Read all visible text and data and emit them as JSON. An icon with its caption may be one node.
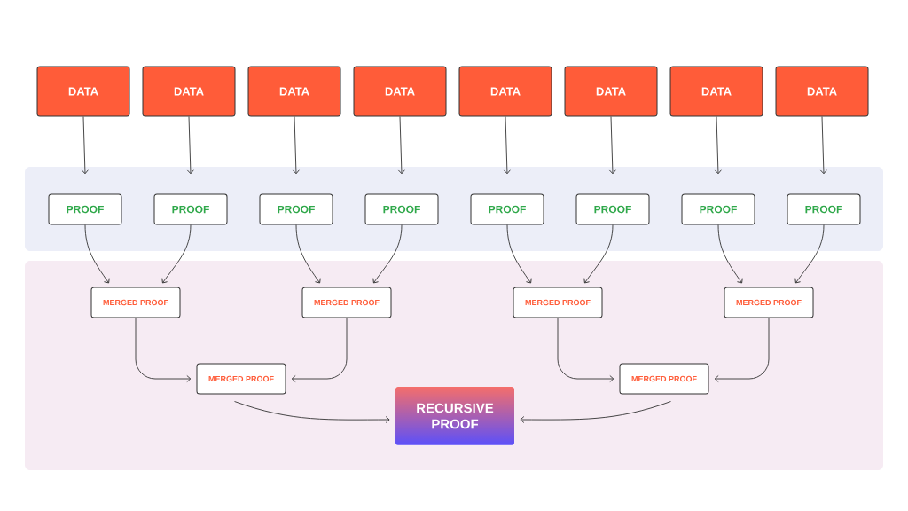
{
  "diagram": {
    "nodes": [
      {
        "text": [
          "DATA"
        ]
      },
      {
        "text": [
          "DATA"
        ]
      },
      {
        "text": [
          "DATA"
        ]
      },
      {
        "text": [
          "DATA"
        ]
      },
      {
        "text": [
          "DATA"
        ]
      },
      {
        "text": [
          "DATA"
        ]
      },
      {
        "text": [
          "DATA"
        ]
      },
      {
        "text": [
          "DATA"
        ]
      },
      {
        "text": [
          "PROOF"
        ]
      },
      {
        "text": [
          "PROOF"
        ]
      },
      {
        "text": [
          "PROOF"
        ]
      },
      {
        "text": [
          "PROOF"
        ]
      },
      {
        "text": [
          "PROOF"
        ]
      },
      {
        "text": [
          "PROOF"
        ]
      },
      {
        "text": [
          "PROOF"
        ]
      },
      {
        "text": [
          "PROOF"
        ]
      },
      {
        "text": [
          "MERGED PROOF"
        ]
      },
      {
        "text": [
          "MERGED PROOF"
        ]
      },
      {
        "text": [
          "MERGED PROOF"
        ]
      },
      {
        "text": [
          "MERGED PROOF"
        ]
      },
      {
        "text": [
          "MERGED PROOF"
        ]
      },
      {
        "text": [
          "MERGED PROOF"
        ]
      },
      {
        "text": [
          "RECURSIVE PROOF"
        ]
      }
    ],
    "edges": [
      {
        "from": 0,
        "to": 8,
        "arrow": "to"
      },
      {
        "from": 1,
        "to": 9,
        "arrow": "to"
      },
      {
        "from": 2,
        "to": 10,
        "arrow": "to"
      },
      {
        "from": 3,
        "to": 11,
        "arrow": "to"
      },
      {
        "from": 4,
        "to": 12,
        "arrow": "to"
      },
      {
        "from": 5,
        "to": 13,
        "arrow": "to"
      },
      {
        "from": 6,
        "to": 14,
        "arrow": "to"
      },
      {
        "from": 7,
        "to": 15,
        "arrow": "to"
      },
      {
        "from": 8,
        "to": 16,
        "arrow": "to"
      },
      {
        "from": 9,
        "to": 16,
        "arrow": "to"
      },
      {
        "from": 10,
        "to": 17,
        "arrow": "to"
      },
      {
        "from": 11,
        "to": 17,
        "arrow": "to"
      },
      {
        "from": 12,
        "to": 18,
        "arrow": "to"
      },
      {
        "from": 13,
        "to": 18,
        "arrow": "to"
      },
      {
        "from": 14,
        "to": 19,
        "arrow": "to"
      },
      {
        "from": 15,
        "to": 19,
        "arrow": "to"
      },
      {
        "from": 16,
        "to": 20,
        "arrow": "to"
      },
      {
        "from": 17,
        "to": 20,
        "arrow": "to"
      },
      {
        "from": 18,
        "to": 21,
        "arrow": "to"
      },
      {
        "from": 19,
        "to": 21,
        "arrow": "to"
      },
      {
        "from": 20,
        "to": 22,
        "arrow": "to"
      },
      {
        "from": 21,
        "to": 22,
        "arrow": "to"
      }
    ]
  }
}
